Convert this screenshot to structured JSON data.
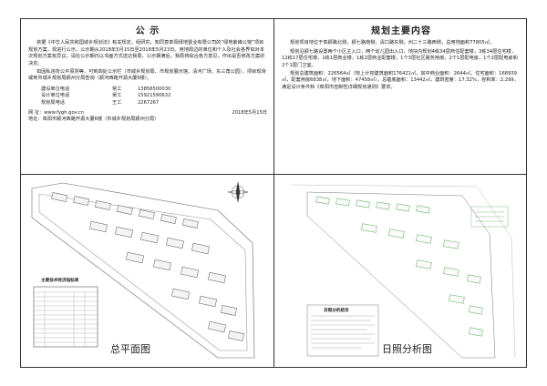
{
  "notice": {
    "title": "公 示",
    "paragraphs": [
      "依据《中华人民共和国城乡规划法》有关规定，经研究，知同意阜阳绿地置业有限公司的“绿地紫峰公馆”项目规划方案，现进行公示，公示期从2018年5月15日至2018年5月23日。用地周边的单位和个人及社会各界如对本次规划方案有异议，请在公示期内以书面方式送达我局，公示期满后，我局将综合各方意见，作出是否修改方案的决定。",
      "如因私违背公平原则等，可到四处公示栏（市城乡规划局、市规划展示馆、清河广场、东三角公园），项目现场或到市城乡规划局颍州分局查询（颍河西路开源大厦6楼）。"
    ],
    "contacts": [
      {
        "role": "建设单位电话",
        "label": "常工",
        "phone": "13856500030"
      },
      {
        "role": "设计单位电话",
        "label": "吴工",
        "phone": "15921590632"
      },
      {
        "role": "规划局电话",
        "label": "王工",
        "phone": "2267267"
      }
    ],
    "website": "网 址：www.fygh.gov.cn",
    "date": "2018年5月15日",
    "address": "地址：阜阳市颍河西路开源大厦6楼（市城乡规划局颍州分局）"
  },
  "plan": {
    "title": "规划主要内容",
    "paragraphs": [
      "规划项目地位于阜颍路北侧，颍七路南侧，清口路东侧，州二十三路西侧，总用地面积77805㎡。",
      "规划沿颍七路设置两个小区主入口，两个幼儿园出入口，地块内规划4栋34层商住配套楼，3栋34层住宅楼，12栋17层住宅楼，2栋1层商业楼，1栋2层商业配套楼，1个3层社区服务用房，2个1层配电房，1个2层配电房和2个1层门卫室。",
      "规划总建筑面积：226564㎡（地上计容建筑面积176421㎡，其中商业面积：2644㎡，住宅面积：168939㎡，配套用房6838㎡，地下面积：47458㎡），总基底面积：13442㎡，建筑密度：17.32%，容积率：2.299，满足设计条件和《阜阳市控制性详细规划通则》要求。"
    ]
  },
  "drawings": {
    "left_caption": "总平面图",
    "right_caption": "日照分析图",
    "table_title": "主要技术经济指标表",
    "sun_title": "日照分析结论"
  }
}
